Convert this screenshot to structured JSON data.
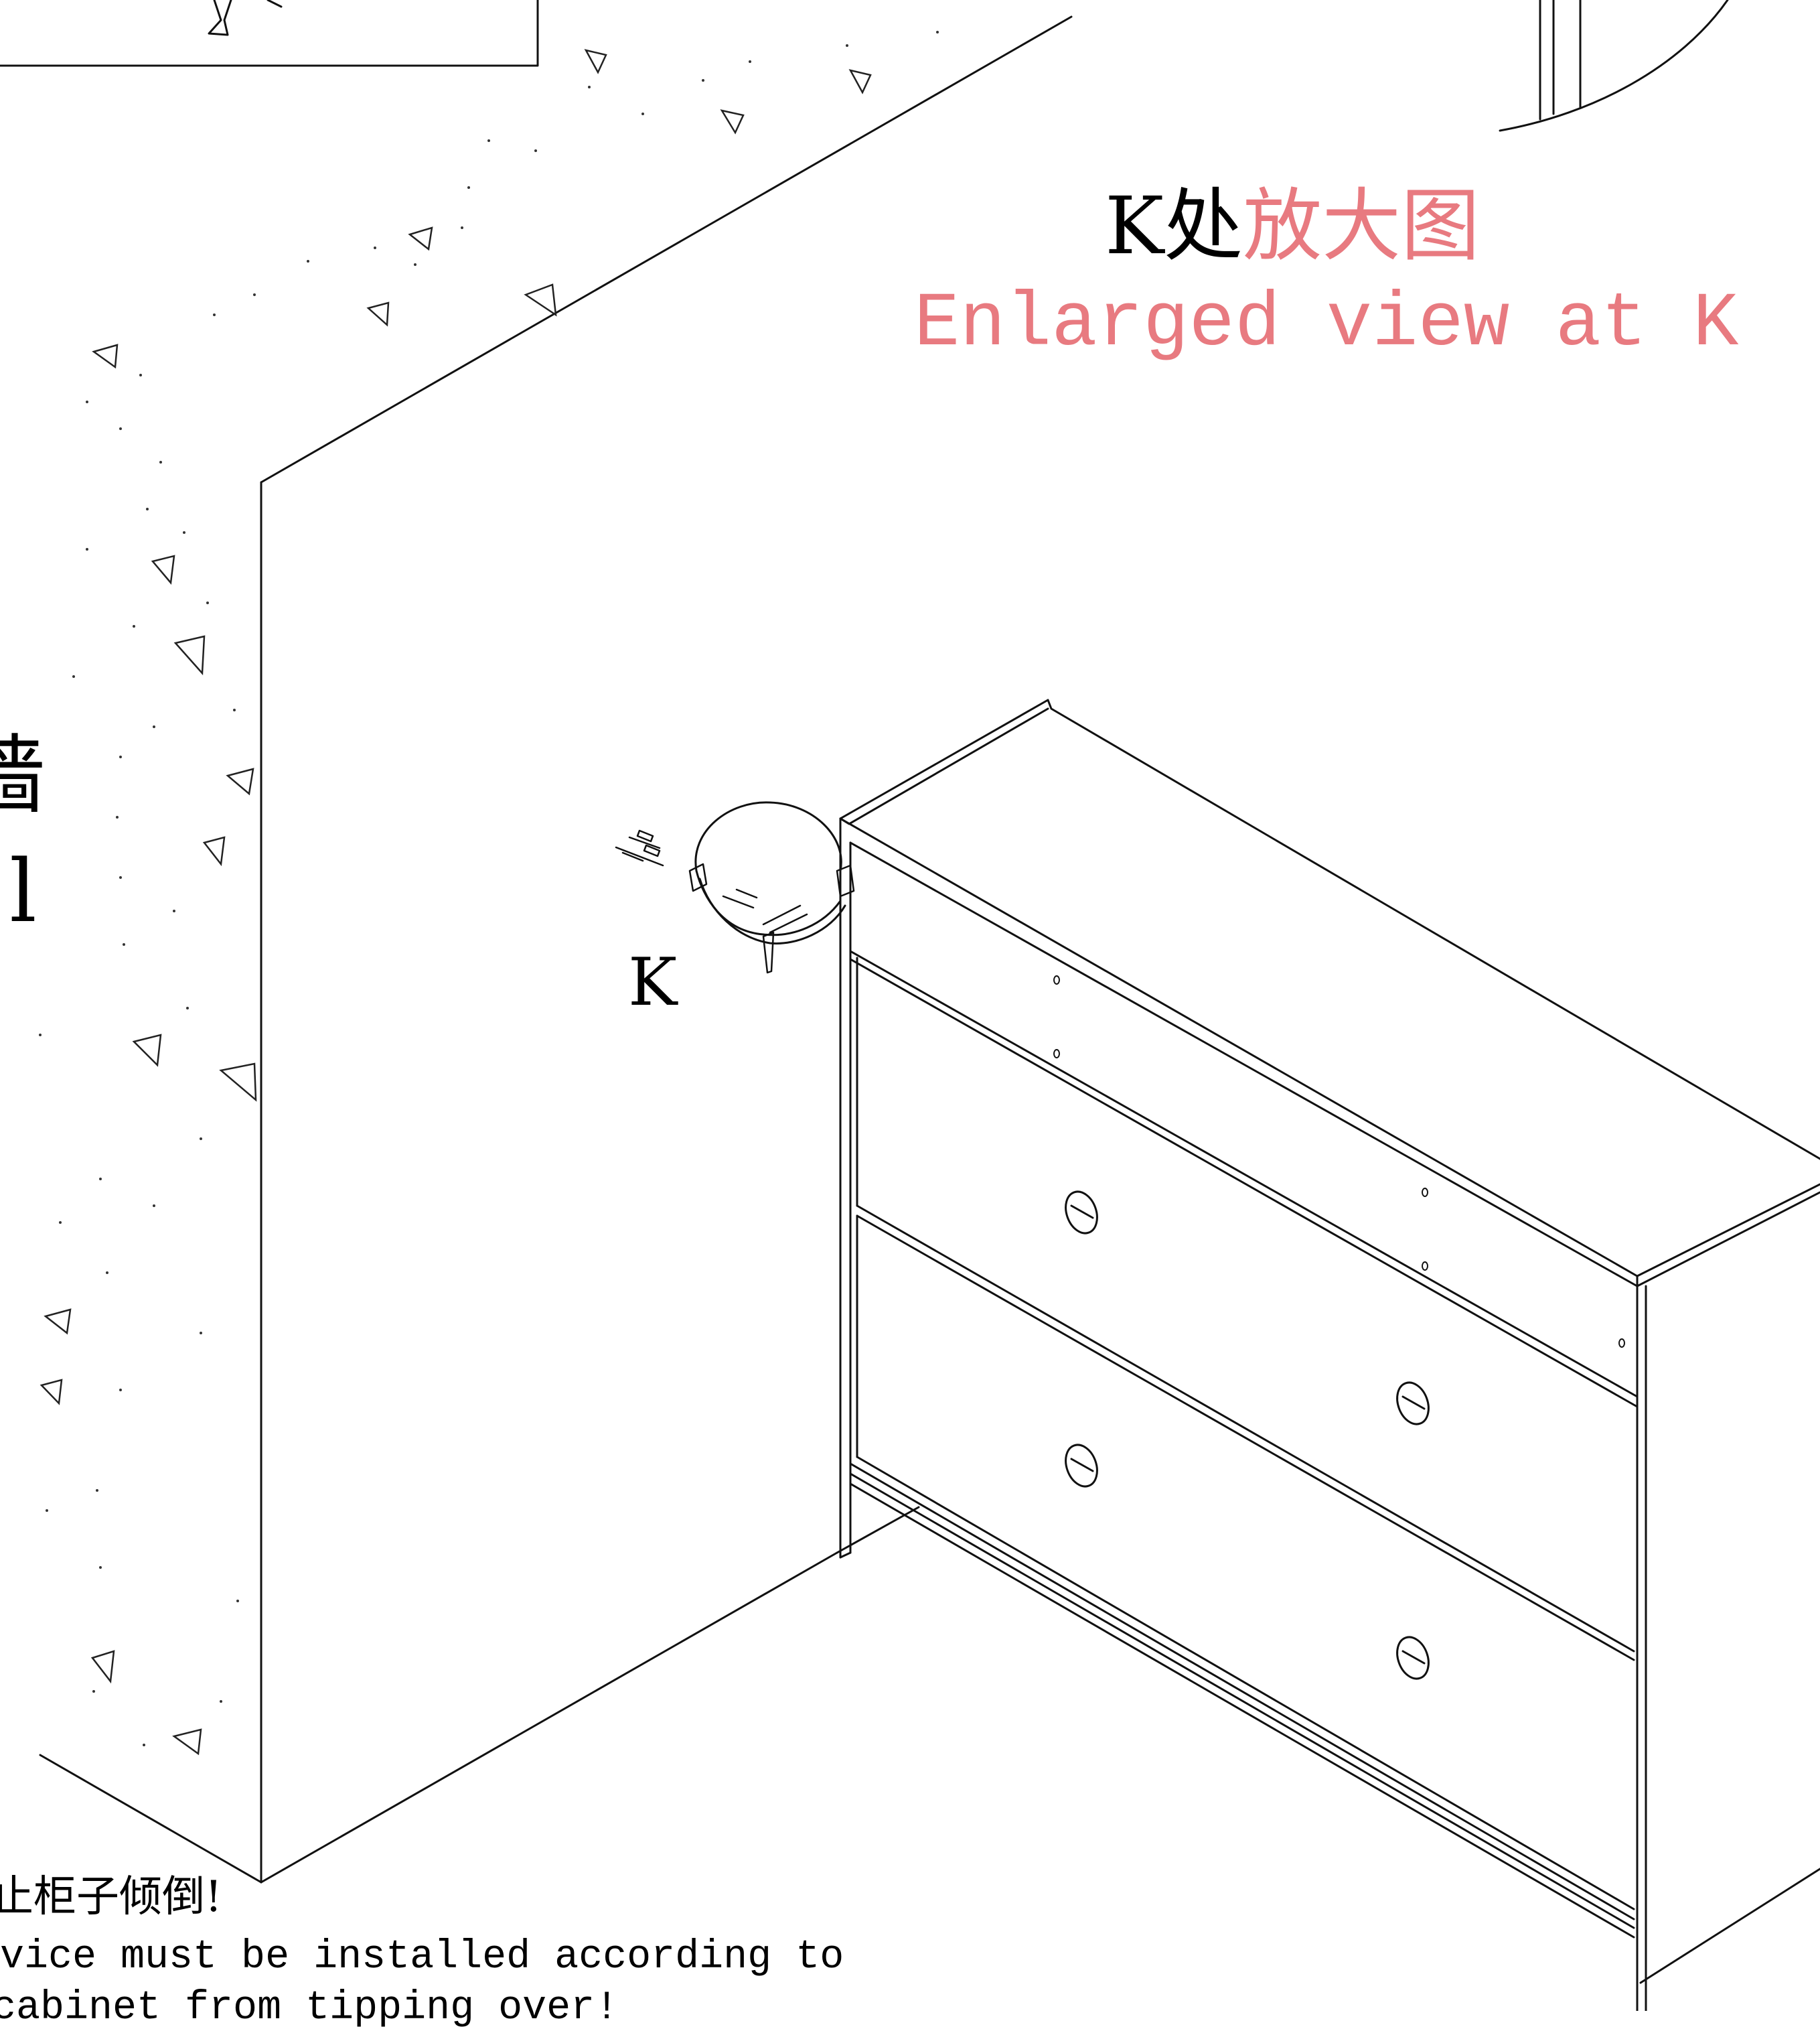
{
  "heading": {
    "prefix": "K处",
    "highlight": "放大图",
    "subtitle": "Enlarged view at K",
    "accent_color": "#e87a80"
  },
  "wall_label": {
    "zh": "墙",
    "en": "l"
  },
  "detail_marker": "K",
  "warning": {
    "zh": "止柜子倾倒!",
    "line1": "vice must be installed according to",
    "line2": "cabinet from tipping over!"
  },
  "icons": {
    "detail_circle": "magnifier-circle-icon",
    "screws": "screw-icon",
    "bracket": "l-bracket-icon",
    "drawer_knob": "drawer-knob-icon"
  }
}
